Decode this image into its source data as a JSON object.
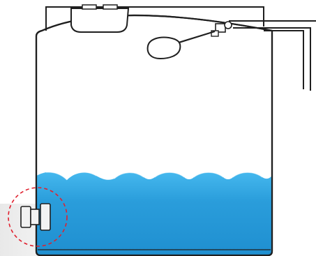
{
  "colors": {
    "outline": "#1f1f1f",
    "water_top": "#45b8ee",
    "water_mid": "#2a9ddb",
    "water_bottom": "#1f8fd0",
    "tank_fill": "#ffffff",
    "fitting_fill": "#f2f2f2",
    "highlight_circle": "#e0202e",
    "floor_shadow": "#e6e6e6"
  },
  "diagram": {
    "components": [
      "water-tank",
      "water",
      "manhole-lid",
      "float-ball",
      "float-arm",
      "float-valve",
      "inlet-pipe",
      "overflow-pipe",
      "outlet-fitting",
      "highlight-circle"
    ]
  }
}
